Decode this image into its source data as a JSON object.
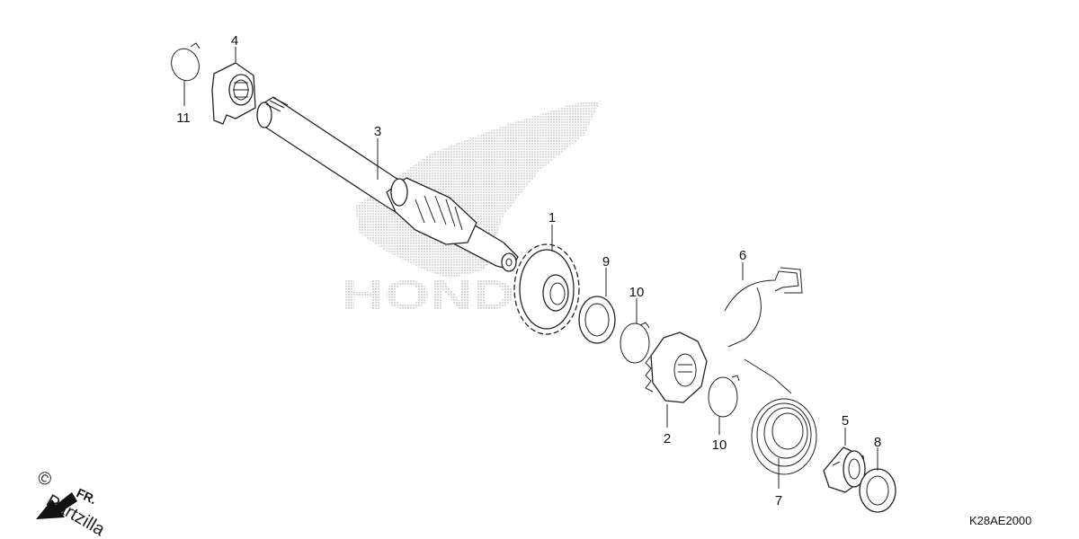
{
  "diagram": {
    "code": "K28AE2000",
    "watermark": "HONDA",
    "copyright_symbol": "©",
    "copyright_brand": "Partzilla",
    "direction_label": "FR."
  },
  "callouts": [
    {
      "id": "c1",
      "text": "1"
    },
    {
      "id": "c2",
      "text": "2"
    },
    {
      "id": "c3",
      "text": "3"
    },
    {
      "id": "c4",
      "text": "4"
    },
    {
      "id": "c5",
      "text": "5"
    },
    {
      "id": "c6",
      "text": "6"
    },
    {
      "id": "c7",
      "text": "7"
    },
    {
      "id": "c8",
      "text": "8"
    },
    {
      "id": "c9",
      "text": "9"
    },
    {
      "id": "c10a",
      "text": "10"
    },
    {
      "id": "c10b",
      "text": "10"
    },
    {
      "id": "c11",
      "text": "11"
    }
  ]
}
